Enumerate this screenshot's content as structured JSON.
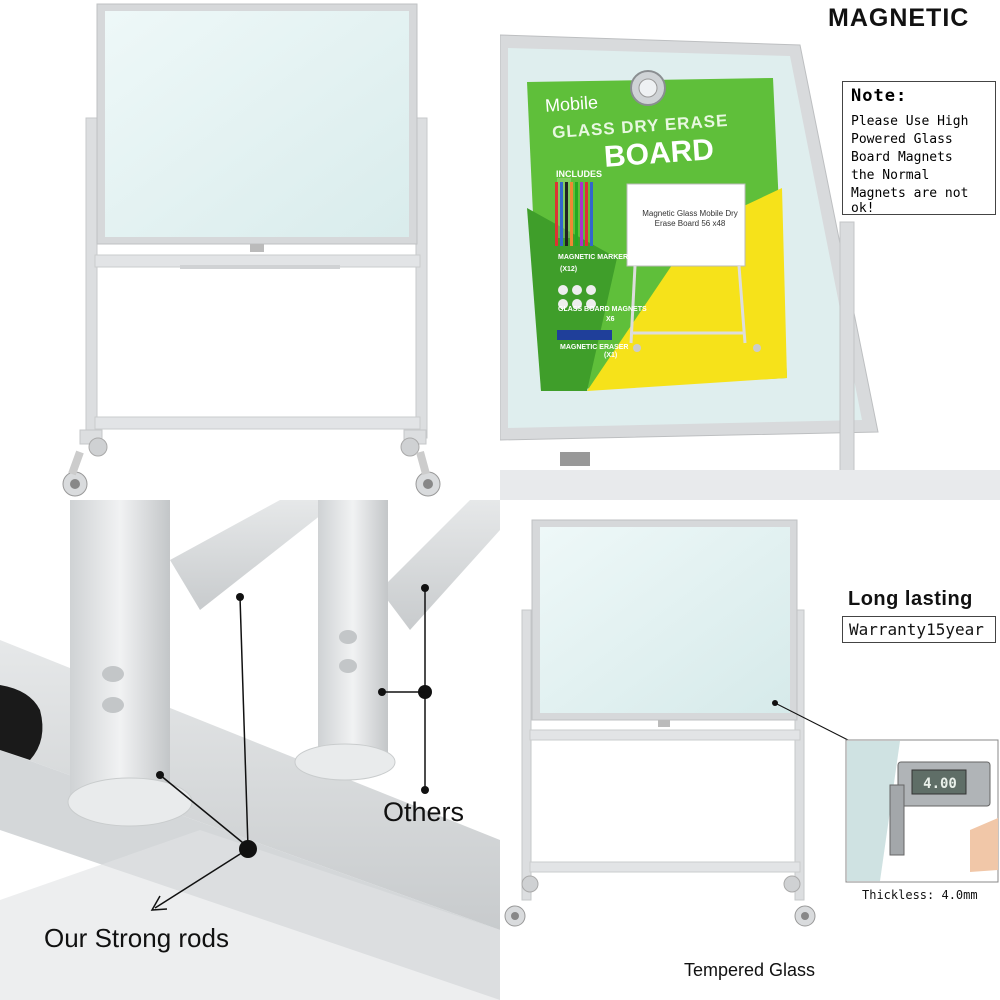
{
  "labels": {
    "magnetic": "MAGNETIC",
    "note_title": "Note:",
    "note_lines": [
      "Please Use High",
      "Powered Glass",
      "Board Magnets",
      "the Normal",
      "Magnets are not ok!"
    ],
    "long_lasting": "Long lasting",
    "warranty": "Warranty15year",
    "others": "Others",
    "strong_rods": "Our Strong rods",
    "thickness": "Thickless: 4.0mm",
    "tempered": "Tempered Glass"
  },
  "poster": {
    "mobile": "Mobile",
    "glass": "GLASS DRY ERASE",
    "board": "BOARD",
    "includes": "INCLUDES",
    "marker": "MAGNETIC MARKER",
    "marker_qty": "(X12)",
    "magnets": "GLASS BOARD MAGNETS",
    "magnets_qty": "X6",
    "eraser": "MAGNETIC ERASER",
    "eraser_qty": "(X1)",
    "caption": "Magnetic Glass Mobile Dry Erase Board 56 x48"
  },
  "caliper_reading": "4.00",
  "colors": {
    "frame": "#d7d9db",
    "glass": "#e4f2f2",
    "poster_green": "#5fbf3a",
    "poster_yellow": "#f6e21a"
  }
}
